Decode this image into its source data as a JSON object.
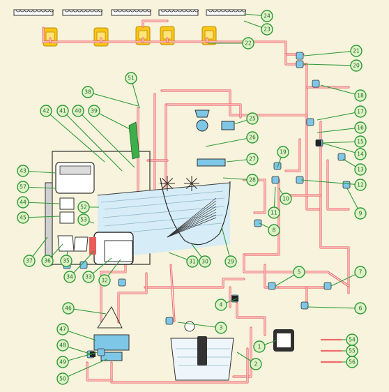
{
  "diagram": {
    "callouts": [
      "1",
      "2",
      "3",
      "4",
      "5",
      "6",
      "7",
      "8",
      "9",
      "10",
      "11",
      "12",
      "13",
      "14",
      "15",
      "16",
      "17",
      "18",
      "19",
      "20",
      "21",
      "22",
      "23",
      "24",
      "25",
      "26",
      "27",
      "28",
      "29",
      "30",
      "31",
      "32",
      "33",
      "34",
      "35",
      "36",
      "37",
      "38",
      "39",
      "40",
      "41",
      "42",
      "43",
      "44",
      "45",
      "46",
      "47",
      "48",
      "49",
      "50",
      "51",
      "52",
      "53",
      "54",
      "55",
      "56",
      "57"
    ]
  },
  "colors": {
    "pipe": "#ef6a6a",
    "callout_fill": "#dff2c6",
    "callout_stroke": "#2f9a3a",
    "component_yellow": "#f6c619",
    "water": "#d6ecf6",
    "background": "#f7f3dc"
  }
}
